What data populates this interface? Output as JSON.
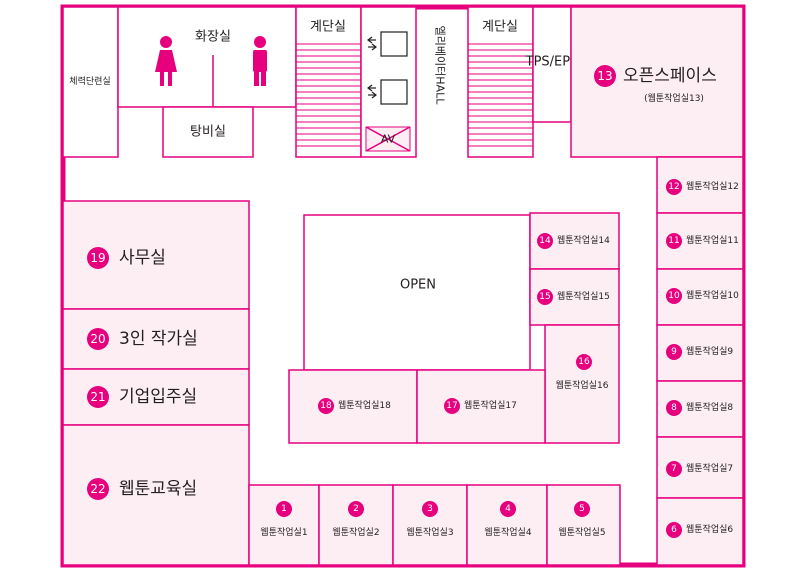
{
  "colors": {
    "accent": "#e6007e",
    "room_fill": "#fdeef4"
  },
  "facilities": {
    "fitness": "체력단련실",
    "restroom": "화장실",
    "shower": "탕비실",
    "stairs": "계단실",
    "av": "AV",
    "elevator_hall": "엘리베이터HALL",
    "tps_eps": "TPS/EPS",
    "open": "OPEN"
  },
  "rooms": {
    "r13": {
      "num": "13",
      "name": "오픈스페이스",
      "sub": "(웹툰작업실13)"
    },
    "r19": {
      "num": "19",
      "name": "사무실"
    },
    "r20": {
      "num": "20",
      "name": "3인 작가실"
    },
    "r21": {
      "num": "21",
      "name": "기업입주실"
    },
    "r22": {
      "num": "22",
      "name": "웹툰교육실"
    },
    "r1": {
      "num": "1",
      "name": "웹툰작업실1"
    },
    "r2": {
      "num": "2",
      "name": "웹툰작업실2"
    },
    "r3": {
      "num": "3",
      "name": "웹툰작업실3"
    },
    "r4": {
      "num": "4",
      "name": "웹툰작업실4"
    },
    "r5": {
      "num": "5",
      "name": "웹툰작업실5"
    },
    "r6": {
      "num": "6",
      "name": "웹툰작업실6"
    },
    "r7": {
      "num": "7",
      "name": "웹툰작업실7"
    },
    "r8": {
      "num": "8",
      "name": "웹툰작업실8"
    },
    "r9": {
      "num": "9",
      "name": "웹툰작업실9"
    },
    "r10": {
      "num": "10",
      "name": "웹툰작업실10"
    },
    "r11": {
      "num": "11",
      "name": "웹툰작업실11"
    },
    "r12": {
      "num": "12",
      "name": "웹툰작업실12"
    },
    "r14": {
      "num": "14",
      "name": "웹툰작업실14"
    },
    "r15": {
      "num": "15",
      "name": "웹툰작업실15"
    },
    "r16": {
      "num": "16",
      "name": "웹툰작업실16"
    },
    "r17": {
      "num": "17",
      "name": "웹툰작업실17"
    },
    "r18": {
      "num": "18",
      "name": "웹툰작업실18"
    }
  }
}
